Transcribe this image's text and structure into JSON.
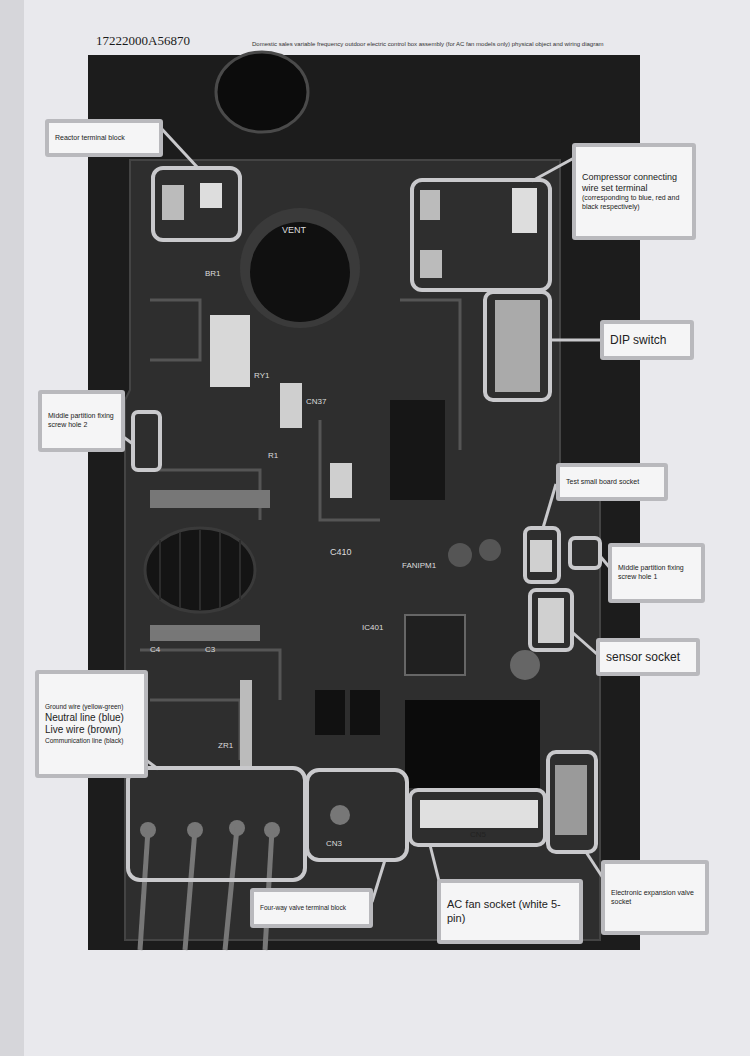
{
  "diagram": {
    "title": "Domestic sales variable frequency outdoor electric control box assembly (for AC fan models only) physical object and wiring diagram",
    "nodes": [
      {
        "text": [
          "Reactor terminal block"
        ]
      },
      {
        "text": [
          "Compressor connecting wire set terminal",
          "(corresponding to blue, red and black respectively)"
        ]
      },
      {
        "text": [
          "DIP switch"
        ]
      },
      {
        "text": [
          "Middle partition fixing screw hole 2"
        ]
      },
      {
        "text": [
          "Test small board socket"
        ]
      },
      {
        "text": [
          "Middle partition fixing screw hole 1"
        ]
      },
      {
        "text": [
          "sensor socket"
        ]
      },
      {
        "text": [
          "Ground wire (yellow-green)",
          "Neutral line (blue)",
          "Live wire (brown)",
          "Communication line (black)"
        ]
      },
      {
        "text": [
          "Four-way valve terminal block"
        ]
      },
      {
        "text": [
          "AC fan socket (white 5-pin)"
        ]
      },
      {
        "text": [
          "Electronic expansion valve socket"
        ]
      }
    ],
    "labels": [
      "17222000A56870",
      "BR1",
      "RY1",
      "CN37",
      "C410",
      "FANIPM1",
      "IC401",
      "R1",
      "C4",
      "C3",
      "ZR1",
      "CN5",
      "CN3",
      "VENT"
    ]
  }
}
